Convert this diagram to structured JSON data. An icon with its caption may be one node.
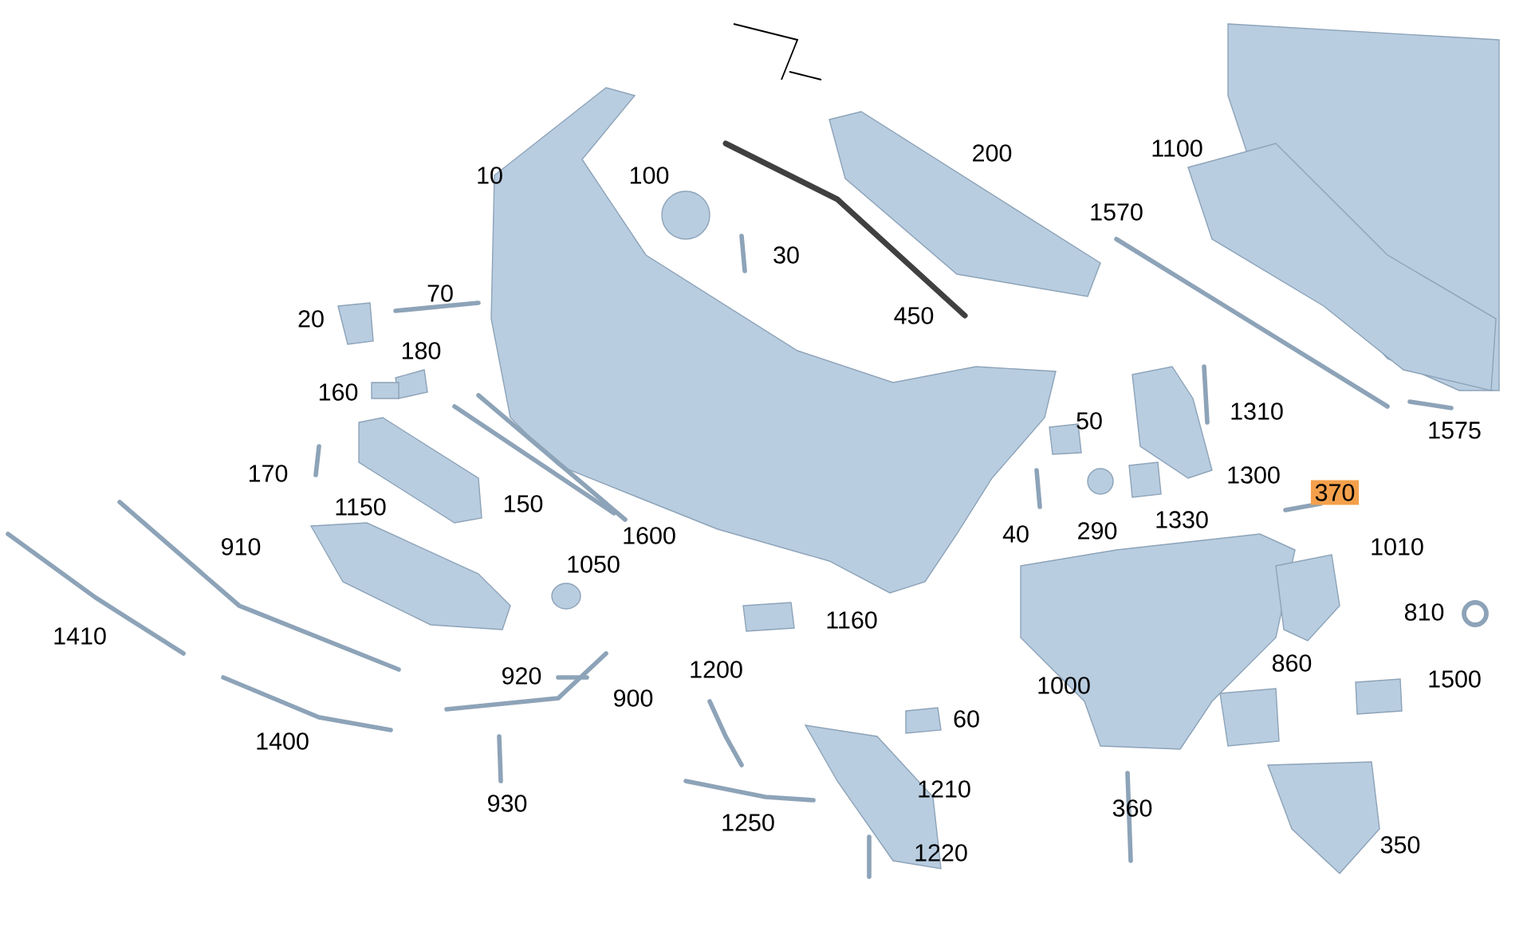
{
  "diagram": {
    "nodes": [
      {
        "text": [
          "370"
        ]
      }
    ],
    "labels": [
      "200",
      "1100",
      "10",
      "100",
      "1570",
      "30",
      "70",
      "20",
      "450",
      "180",
      "160",
      "1310",
      "50",
      "1575",
      "170",
      "1300",
      "150",
      "1150",
      "1330",
      "290",
      "40",
      "1600",
      "1010",
      "910",
      "1050",
      "810",
      "1160",
      "1410",
      "860",
      "1200",
      "920",
      "1500",
      "1000",
      "900",
      "60",
      "1400",
      "1210",
      "930",
      "360",
      "1250",
      "350",
      "1220"
    ]
  }
}
